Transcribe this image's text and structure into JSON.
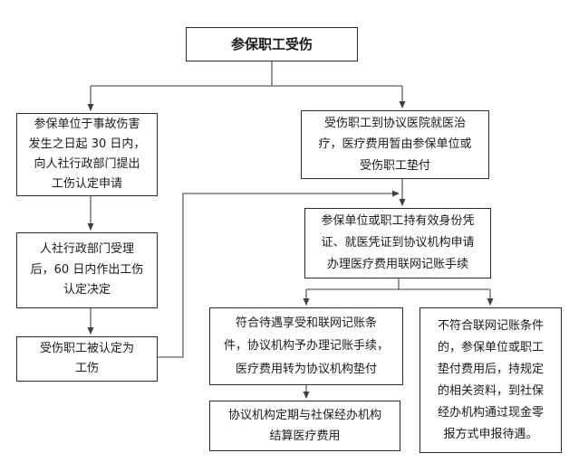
{
  "diagram": {
    "title": "参保职工受伤",
    "colors": {
      "box_border": "#2b2b2b",
      "connector": "#606060",
      "background": "#ffffff"
    },
    "nodes": {
      "start": {
        "text": "参保职工受伤"
      },
      "apply": {
        "text": "参保单位于事故伤害\n发生之日起 30 日内，\n向人社行政部门提出\n工伤认定申请"
      },
      "decide": {
        "text": "人社行政部门受理\n后，60 日内作出工伤\n认定决定"
      },
      "confirmed": {
        "text": "受伤职工被认定为\n工伤"
      },
      "treat": {
        "text": "受伤职工到协议医院就医治\n疗，医疗费用暂由参保单位或\n受伤职工垫付"
      },
      "netapply": {
        "text": "参保单位或职工持有效身份凭\n证、就医凭证到协议机构申请\n办理医疗费用联网记账手续"
      },
      "eligible": {
        "text": "符合待遇享受和联网记账条\n件，协议机构予办理记账手续，\n医疗费用转为协议机构垫付"
      },
      "noteligible": {
        "text": "不符合联网记账条件\n的，参保单位或职工\n垫付费用后，持规定\n的相关资料，到社保\n经办机构通过现金零\n报方式申报待遇。"
      },
      "settle": {
        "text": "协议机构定期与社保经办机构\n结算医疗费用"
      }
    }
  }
}
